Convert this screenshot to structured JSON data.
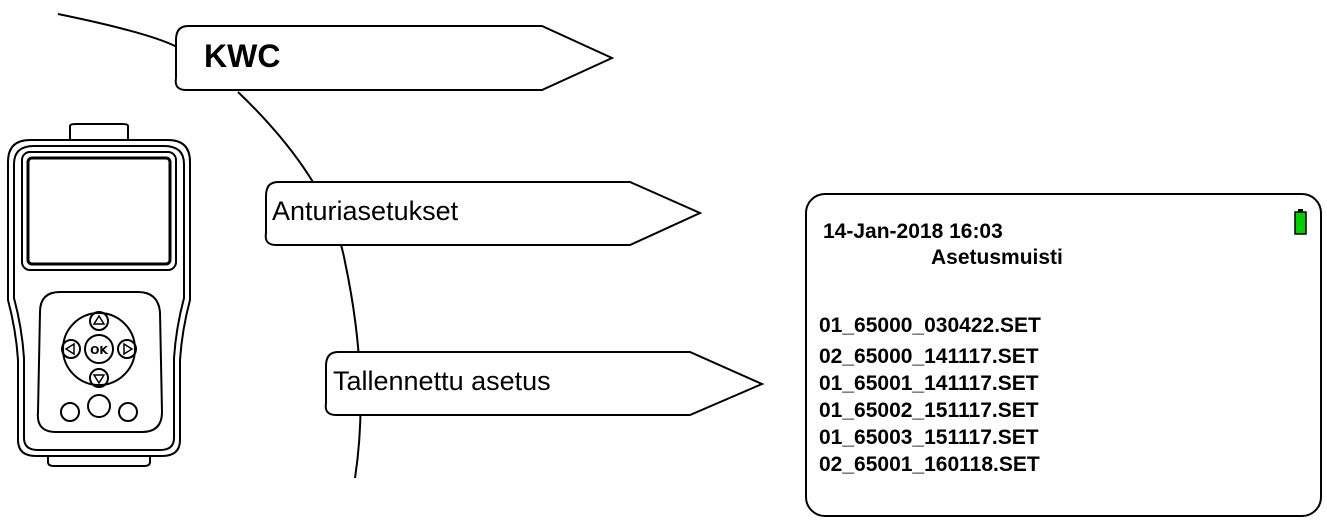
{
  "menu": {
    "title": "KWC",
    "item_1": "Anturiasetukset",
    "item_2": "Tallennettu asetus"
  },
  "screen": {
    "datetime": "14-Jan-2018 16:03",
    "heading": "Asetusmuisti",
    "battery_icon": "battery-full-icon",
    "battery_color": "#00cc00",
    "files": [
      "01_65000_030422.SET",
      "02_65000_141117.SET",
      "01_65001_141117.SET",
      "01_65002_151117.SET",
      "01_65003_151117.SET",
      "02_65001_160118.SET"
    ]
  }
}
